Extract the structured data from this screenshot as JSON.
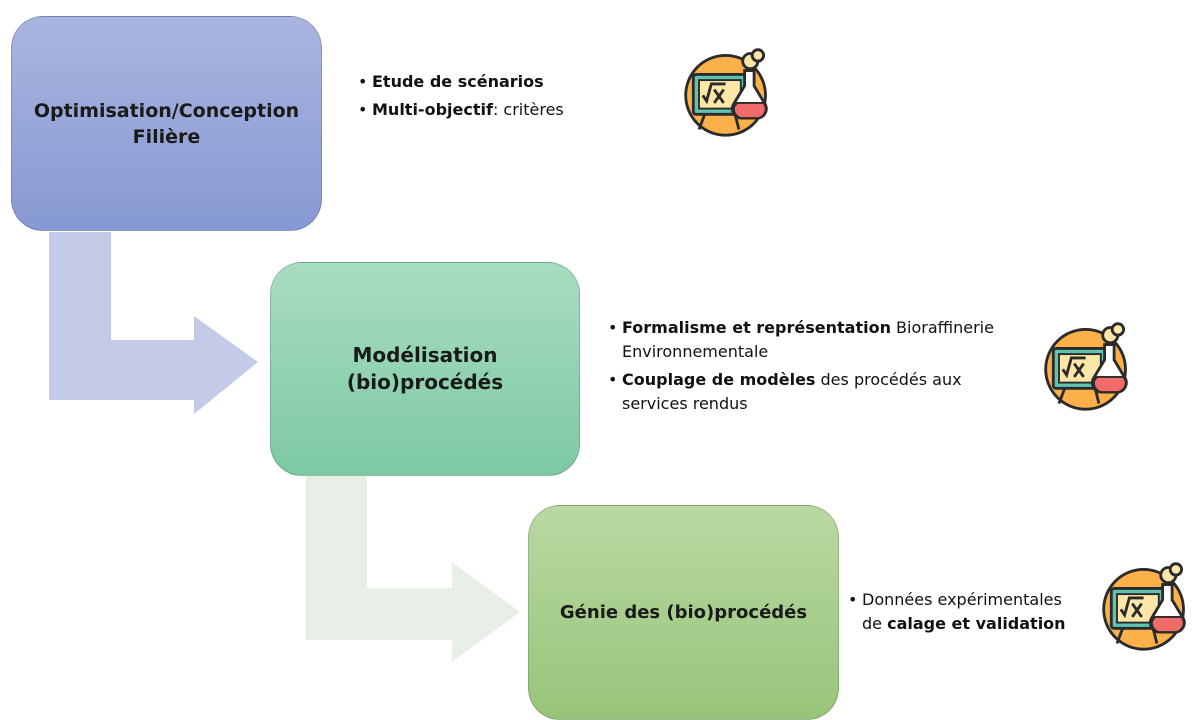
{
  "boxes": {
    "optimisation": {
      "line1": "Optimisation/Conception",
      "line2": "Filière"
    },
    "modelisation": {
      "line1": "Modélisation",
      "line2": "(bio)procédés"
    },
    "genie": {
      "line1": "Génie des (bio)procédés"
    }
  },
  "bullets": {
    "optimisation": [
      {
        "bold": "Etude de scénarios",
        "rest": ""
      },
      {
        "bold": "Multi-objectif",
        "rest": ": critères"
      }
    ],
    "modelisation": [
      {
        "bold": "Formalisme et représentation",
        "rest": " Bioraffinerie Environnementale"
      },
      {
        "bold": "Couplage de modèles",
        "rest": " des procédés aux services rendus"
      }
    ],
    "genie": [
      {
        "text": "Données expérimentales de ",
        "bold": "calage et validation"
      }
    ]
  },
  "icons": [
    "science-math-icon",
    "science-math-icon",
    "science-math-icon"
  ],
  "colors": {
    "box1": "#8799d3",
    "box2": "#7dc9a3",
    "box3": "#97c47a",
    "arrow1": "#c3cbe8",
    "arrow2": "#e8efe6",
    "icon_bg": "#fcb04a",
    "icon_board": "#5fc3b1",
    "icon_flask": "#f26b6b"
  }
}
